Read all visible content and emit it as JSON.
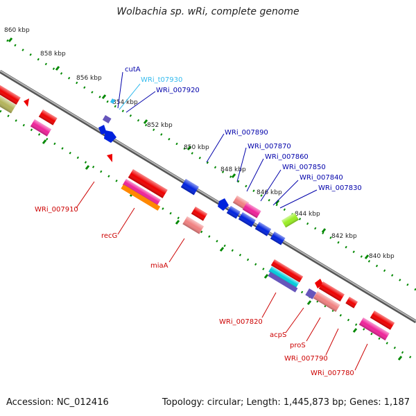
{
  "title": "Wolbachia sp. wRi, complete genome",
  "accession": "Accession: NC_012416",
  "topology": "Topology: circular; Length: 1,445,873 bp; Genes: 1,187",
  "ticks": [
    "860 kbp",
    "858 kbp",
    "856 kbp",
    "854 kbp",
    "852 kbp",
    "850 kbp",
    "848 kbp",
    "846 kbp",
    "844 kbp",
    "842 kbp",
    "840 kbp"
  ],
  "labels_forward": [
    "cutA",
    "WRi_t07930",
    "WRi_007920",
    "WRi_007890",
    "WRi_007870",
    "WRi_007860",
    "WRi_007850",
    "WRi_007840",
    "WRi_007830"
  ],
  "labels_reverse": [
    "WRi_007910",
    "recG",
    "miaA",
    "WRi_007820",
    "acpS",
    "proS",
    "WRi_007790",
    "WRi_007780"
  ],
  "colors": {
    "backbone": "#8a8a8a",
    "forward_label": "#0000aa",
    "trna_label": "#33bbee",
    "reverse_label": "#cc0000",
    "cds_forward": "#0022dd",
    "cds_reverse": "#ee0000",
    "pink": "#ee2299",
    "salmon": "#f08080",
    "orange": "#ff8800",
    "cyan": "#00ccdd",
    "olive": "#b3b35a",
    "lime": "#99ee22",
    "purple": "#6655bb",
    "tick": "#008800"
  }
}
